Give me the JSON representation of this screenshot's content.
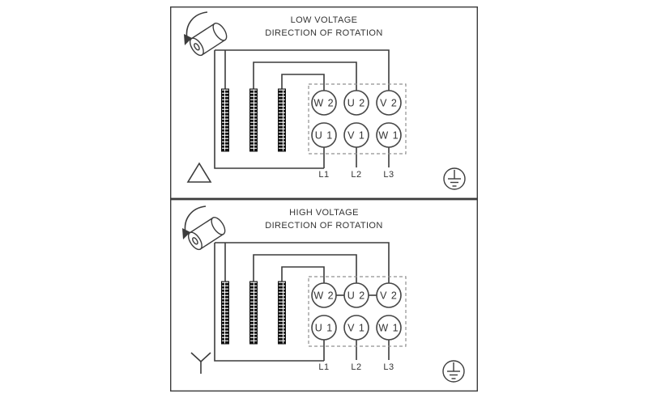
{
  "colors": {
    "stroke": "#3c3c3c",
    "text": "#333333",
    "terminal_block": "#111111",
    "dashed_box": "#909090",
    "background": "#ffffff"
  },
  "panels": [
    {
      "title": "LOW VOLTAGE",
      "subtitle": "DIRECTION OF ROTATION",
      "connection": "delta",
      "terminals_top": [
        "W 2",
        "U 2",
        "V 2"
      ],
      "terminals_bottom": [
        "U 1",
        "V 1",
        "W 1"
      ],
      "supply_lines": [
        "L1",
        "L2",
        "L3"
      ]
    },
    {
      "title": "HIGH VOLTAGE",
      "subtitle": "DIRECTION OF ROTATION",
      "connection": "wye",
      "terminals_top": [
        "W 2",
        "U 2",
        "V 2"
      ],
      "terminals_bottom": [
        "U 1",
        "V 1",
        "W 1"
      ],
      "supply_lines": [
        "L1",
        "L2",
        "L3"
      ]
    }
  ]
}
